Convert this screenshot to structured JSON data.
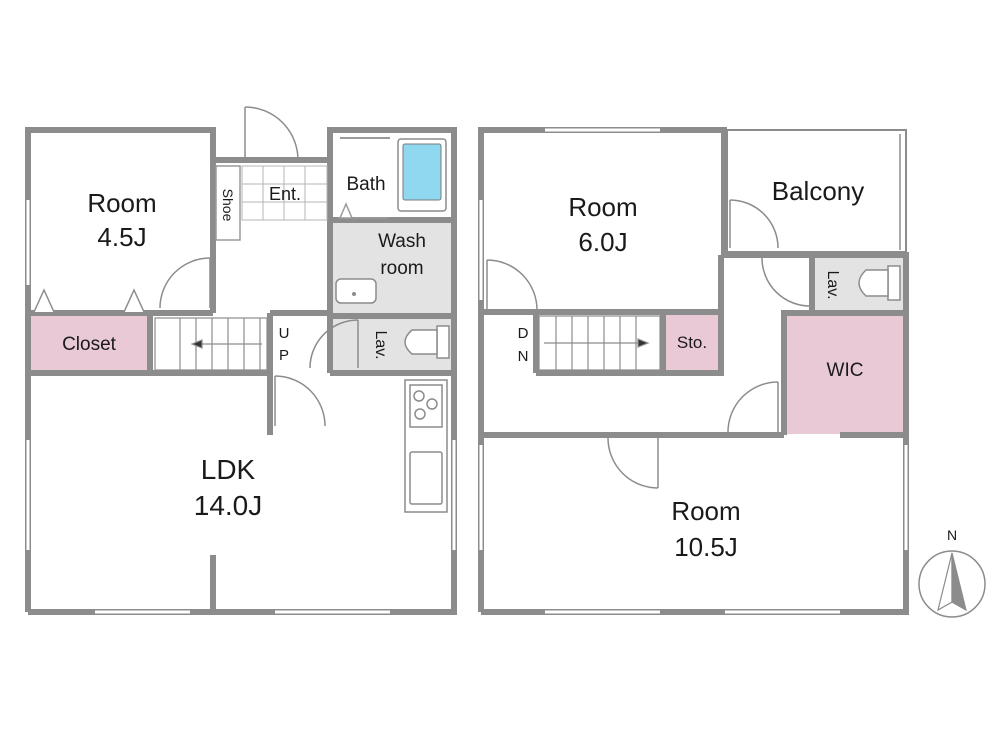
{
  "colors": {
    "wall": "#8c8c8c",
    "wet_area": "#e3e3e3",
    "storage": "#e8c9d5",
    "bathtub": "#8fd8f0",
    "window": "#8c8c8c",
    "text": "#1a1a1a"
  },
  "floor1": {
    "room_label": "Room",
    "room_size": "4.5J",
    "shoe_label": "Shoe",
    "entrance_label": "Ent.",
    "bath_label": "Bath",
    "wash_label_1": "Wash",
    "wash_label_2": "room",
    "closet_label": "Closet",
    "stairs_label_1": "U",
    "stairs_label_2": "P",
    "lav_label": "Lav.",
    "ldk_label": "LDK",
    "ldk_size": "14.0J"
  },
  "floor2": {
    "room1_label": "Room",
    "room1_size": "6.0J",
    "balcony_label": "Balcony",
    "lav_label": "Lav.",
    "stairs_label_1": "D",
    "stairs_label_2": "N",
    "storage_label": "Sto.",
    "wic_label": "WIC",
    "room2_label": "Room",
    "room2_size": "10.5J"
  },
  "compass": {
    "north_label": "N",
    "icon": "north-arrow-icon"
  }
}
